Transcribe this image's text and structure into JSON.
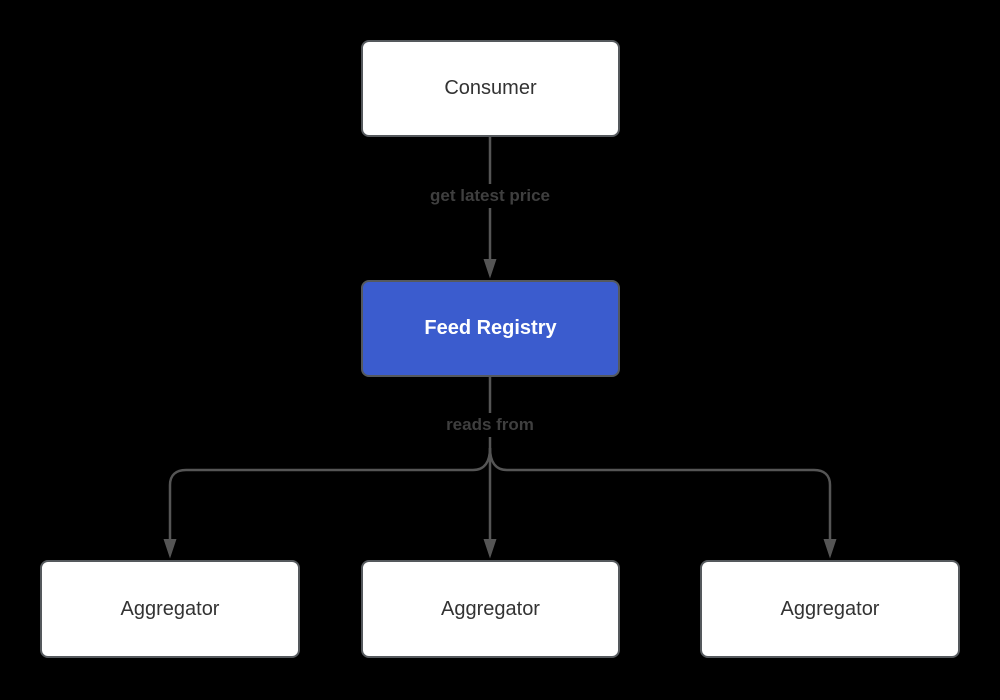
{
  "diagram": {
    "type": "flowchart",
    "direction": "top-down",
    "nodes": {
      "consumer": {
        "label": "Consumer"
      },
      "feed_registry": {
        "label": "Feed Registry",
        "highlighted": true
      },
      "aggregator_1": {
        "label": "Aggregator"
      },
      "aggregator_2": {
        "label": "Aggregator"
      },
      "aggregator_3": {
        "label": "Aggregator"
      }
    },
    "edges": {
      "consumer_to_registry": {
        "from": "consumer",
        "to": "feed_registry",
        "label": "get latest price"
      },
      "registry_to_aggregators": {
        "from": "feed_registry",
        "to": [
          "aggregator_1",
          "aggregator_2",
          "aggregator_3"
        ],
        "label": "reads from"
      }
    }
  },
  "colors": {
    "background": "#000000",
    "node_fill": "#ffffff",
    "node_border": "#55595d",
    "node_text": "#333333",
    "highlight_fill": "#3b5cce",
    "highlight_text": "#ffffff",
    "edge_line": "#555555",
    "edge_label_text": "#3f3f3f"
  }
}
